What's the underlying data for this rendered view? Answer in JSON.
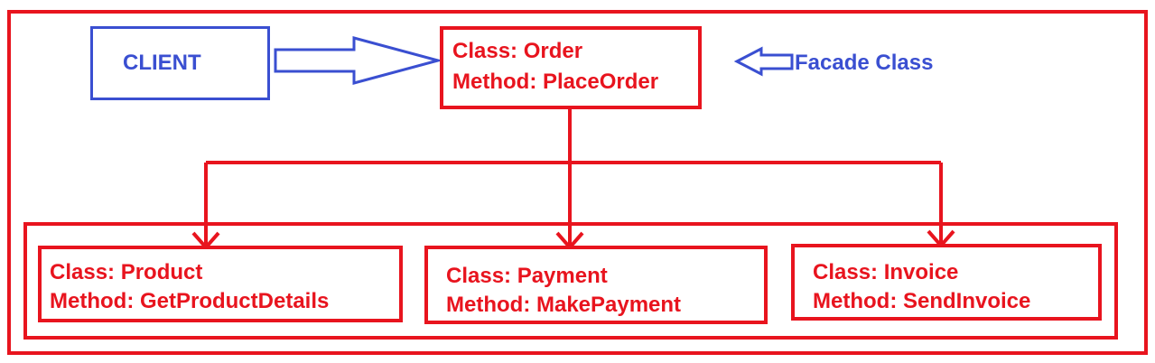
{
  "client": {
    "label": "CLIENT"
  },
  "facade": {
    "class_line": "Class: Order",
    "method_line": "Method: PlaceOrder",
    "annotation": "Facade Class"
  },
  "subsystems": [
    {
      "class_line": "Class: Product",
      "method_line": "Method: GetProductDetails"
    },
    {
      "class_line": "Class: Payment",
      "method_line": "Method: MakePayment"
    },
    {
      "class_line": "Class: Invoice",
      "method_line": "Method: SendInvoice"
    }
  ],
  "colors": {
    "red": "#e8141e",
    "blue": "#3a4fd1"
  }
}
